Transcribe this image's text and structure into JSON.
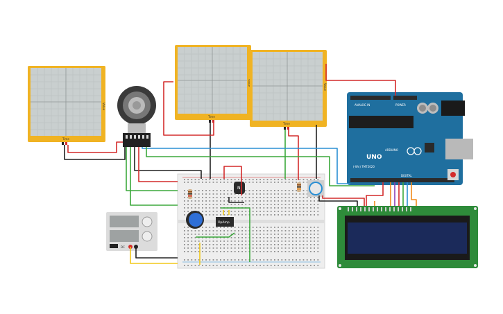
{
  "colors": {
    "scope_frame": "#f0b323",
    "scope_screen": "#c9cfcf",
    "arduino_board": "#1f6f9f",
    "lcd_board": "#2e8b3a",
    "lcd_screen": "#1b2a5a",
    "breadboard": "#eeeeee",
    "wire_red": "#d42b2b",
    "wire_black": "#222222",
    "wire_green": "#3ba83b",
    "wire_blue": "#2a8fd4",
    "wire_yellow": "#f2c81a",
    "wire_orange": "#f08a1c",
    "wire_purple": "#8b3fb5"
  },
  "oscilloscopes": [
    {
      "label": "Time",
      "side_label": "Value"
    },
    {
      "label": "Time",
      "side_label": "Value"
    },
    {
      "label": "Time",
      "side_label": "Value"
    }
  ],
  "arduino": {
    "logo": "UNO",
    "brand": "ARDUINO",
    "model": "(-Wn) 7M72020",
    "pin_label_analog": "ANALOG IN",
    "pin_label_power": "POWER",
    "pin_label_digital": "DIGITAL"
  },
  "transistor": {
    "label": "N"
  },
  "opamp": {
    "label": "OpAmp"
  },
  "power_supply": {
    "label": "DC"
  }
}
